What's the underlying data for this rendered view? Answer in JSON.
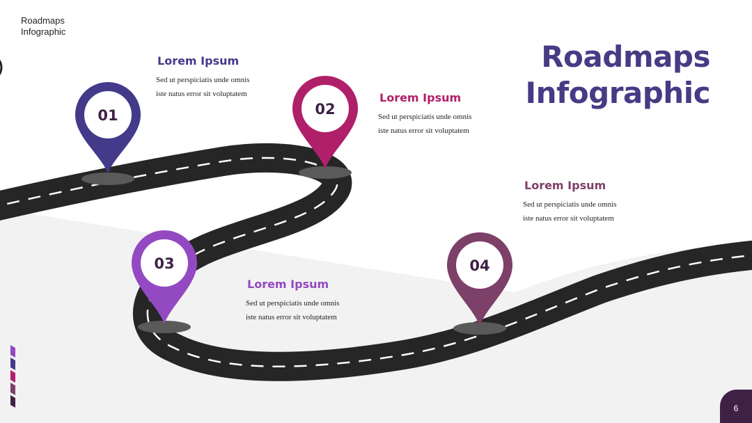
{
  "slide": {
    "corner_title": [
      "Roadmaps",
      "Infographic"
    ],
    "title": [
      "Roadmaps",
      "Infographic"
    ],
    "page_number": "6"
  },
  "colors": {
    "title": "#473b85",
    "step1": "#433a8a",
    "step2": "#b01f69",
    "step3": "#9249c1",
    "step4": "#7d4068",
    "road": "#262626",
    "ground": "#f2f2f2",
    "badge": "#3f2146"
  },
  "steps": [
    {
      "number": "01",
      "heading": "Lorem Ipsum",
      "text": [
        "Sed ut perspiciatis unde omnis",
        "iste natus error sit voluptatem"
      ],
      "color": "#433a8a"
    },
    {
      "number": "02",
      "heading": "Lorem Ipsum",
      "text": [
        "Sed ut perspiciatis unde omnis",
        "iste natus error sit voluptatem"
      ],
      "color": "#b01f69"
    },
    {
      "number": "03",
      "heading": "Lorem Ipsum",
      "text": [
        "Sed ut perspiciatis unde omnis",
        "iste natus error sit voluptatem"
      ],
      "color": "#9249c1"
    },
    {
      "number": "04",
      "heading": "Lorem Ipsum",
      "text": [
        "Sed ut perspiciatis unde omnis",
        "iste natus error sit voluptatem"
      ],
      "color": "#7d4068"
    }
  ]
}
